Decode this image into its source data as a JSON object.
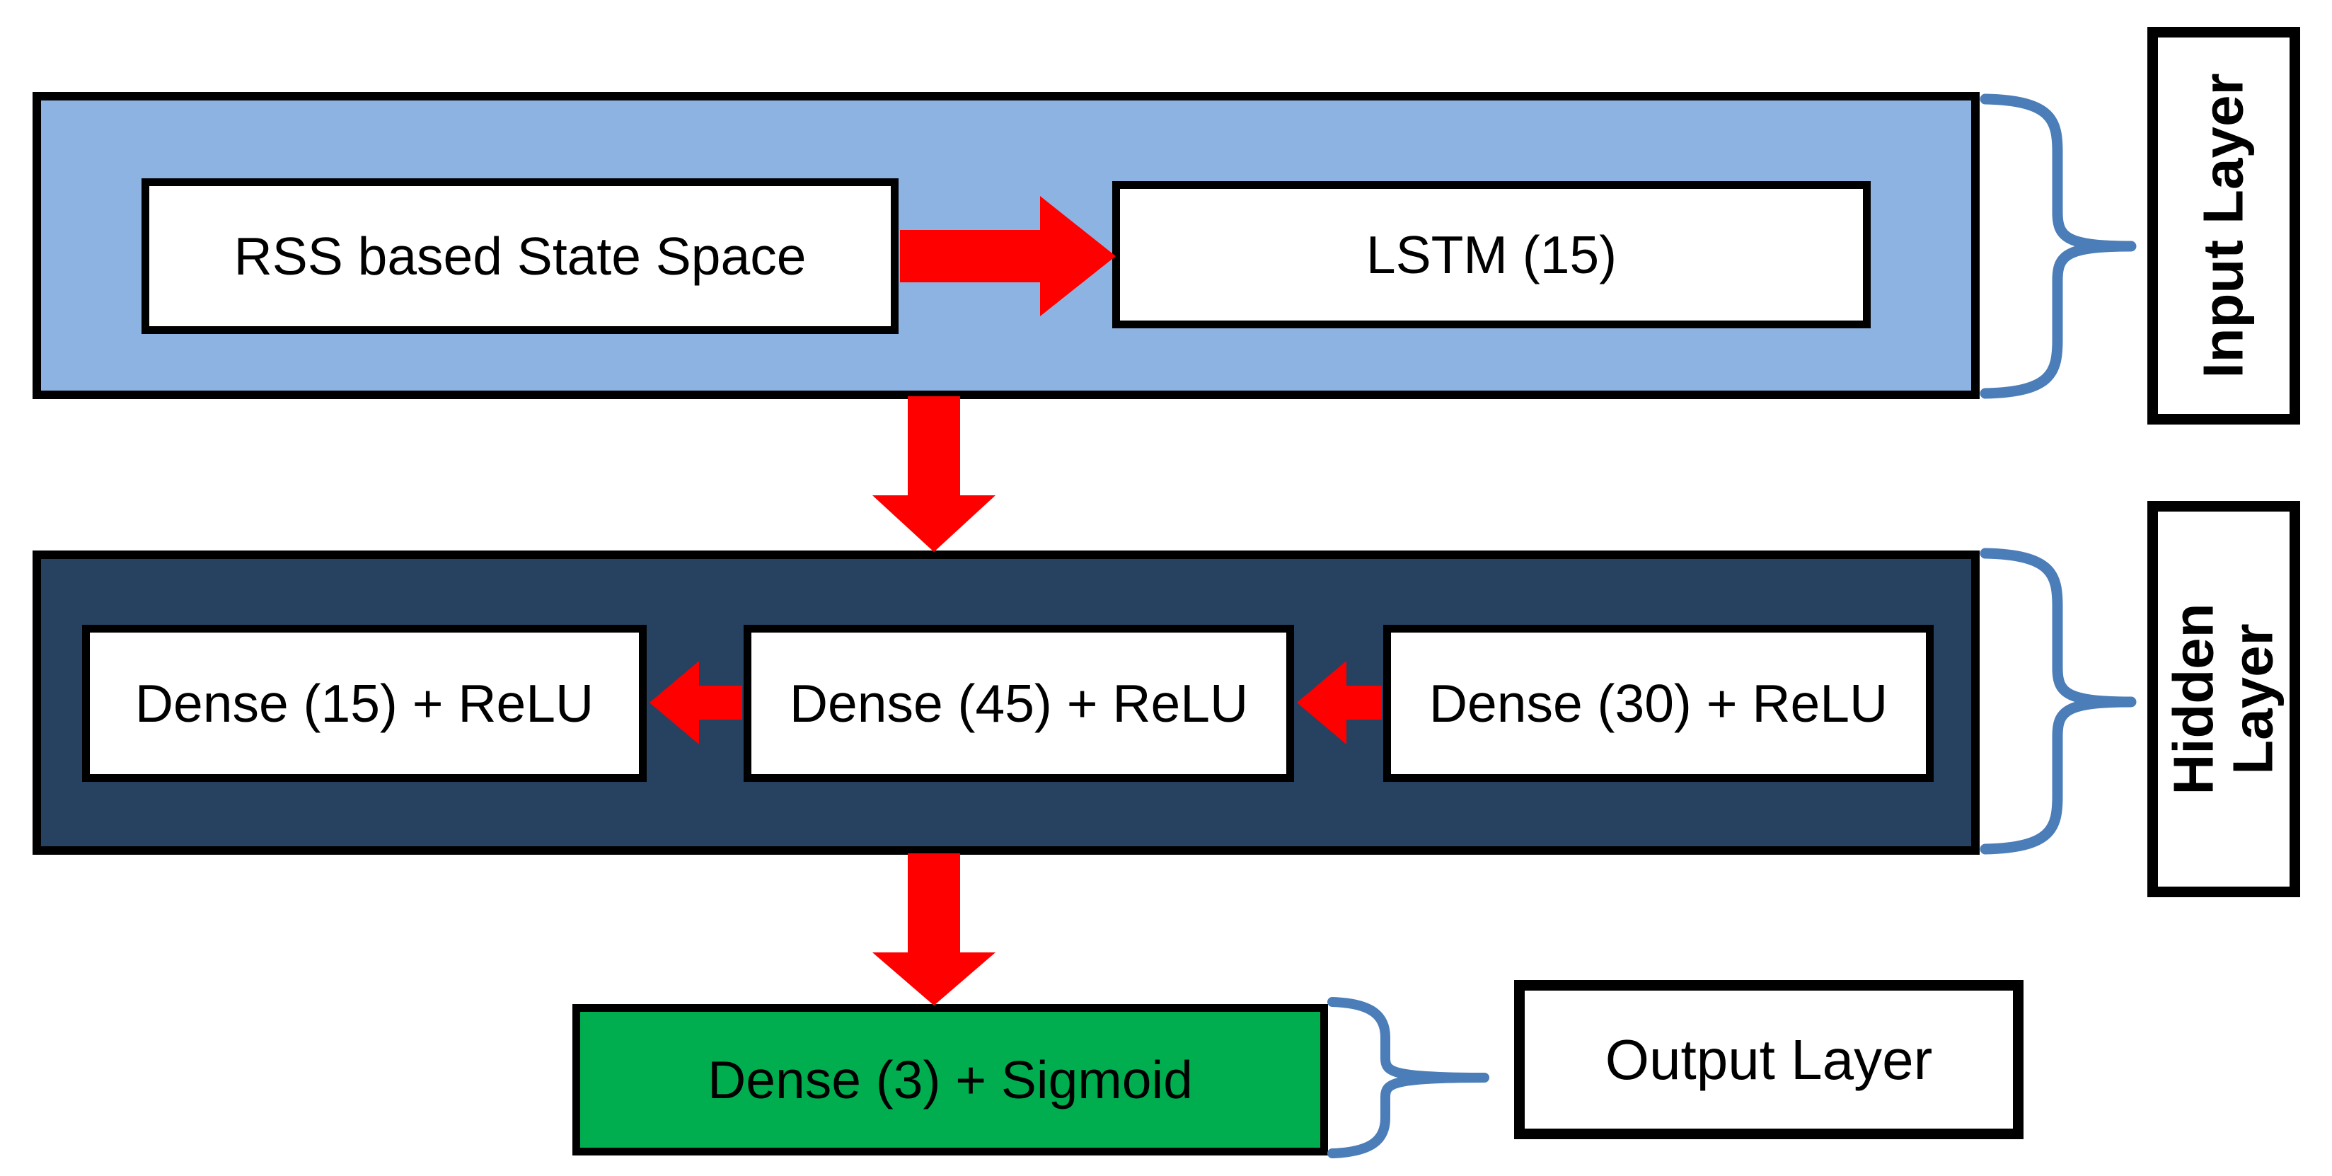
{
  "diagram": {
    "title_semantics": "Neural network architecture flow diagram",
    "input_band": {
      "layer_label": "Input Layer",
      "band_color": "#8DB3E2",
      "boxes": [
        {
          "label": "RSS based State Space"
        },
        {
          "label": "LSTM (15)"
        }
      ]
    },
    "hidden_band": {
      "layer_label": "Hidden Layer",
      "layer_label_lines": [
        "Hidden",
        "Layer"
      ],
      "band_color": "#274160",
      "boxes": [
        {
          "label": "Dense (15) + ReLU"
        },
        {
          "label": "Dense (45) + ReLU"
        },
        {
          "label": "Dense (30) + ReLU"
        }
      ]
    },
    "output": {
      "box_label": "Dense (3) + Sigmoid",
      "layer_label": "Output Layer",
      "box_color": "#00AD4F"
    },
    "colors": {
      "arrow_red": "#FF0000",
      "brace_blue": "#4B7DB8",
      "border_black": "#000000",
      "node_white": "#FFFFFF"
    }
  }
}
